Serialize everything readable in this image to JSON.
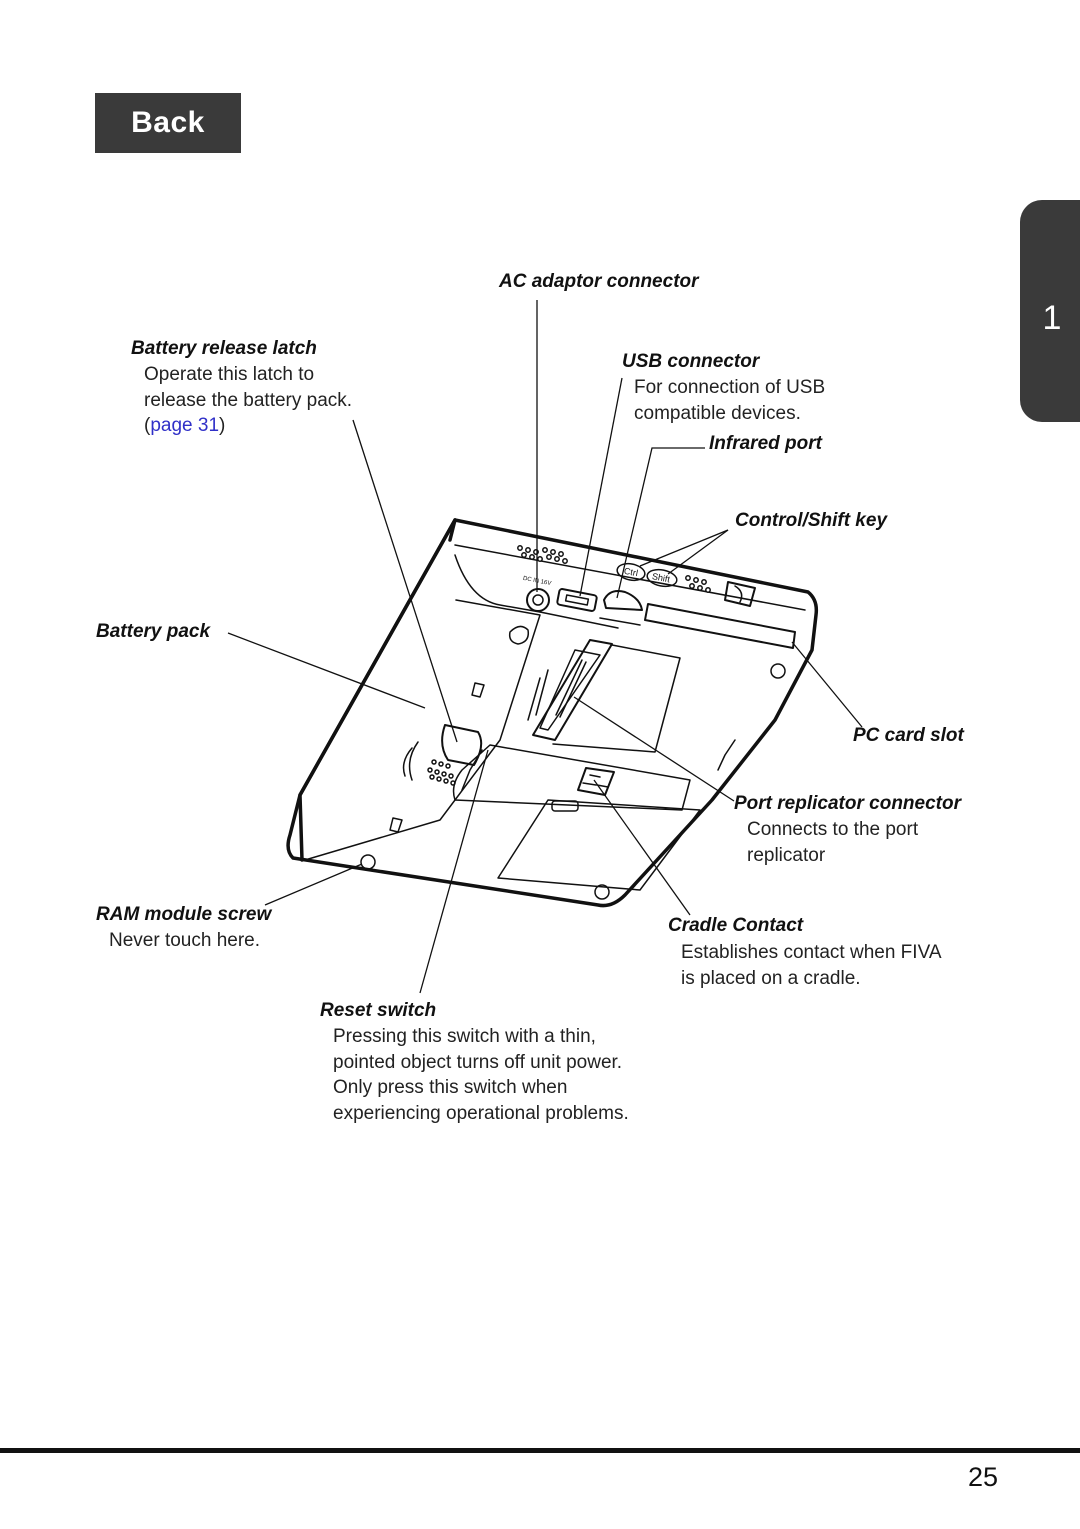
{
  "header": {
    "title": "Back"
  },
  "chapter_tab": {
    "number": "1"
  },
  "callouts": {
    "ac_adaptor": {
      "label": "AC adaptor connector"
    },
    "battery_release": {
      "label": "Battery release latch",
      "lines": [
        "Operate this latch to",
        "release the battery pack."
      ],
      "link_open": "(",
      "link_text": "page 31",
      "link_close": ")"
    },
    "usb": {
      "label": "USB connector",
      "lines": [
        "For connection of USB",
        "compatible devices."
      ]
    },
    "infrared": {
      "label": "Infrared port"
    },
    "ctrl_shift": {
      "label": "Control/Shift key"
    },
    "battery_pack": {
      "label": "Battery pack"
    },
    "pc_card": {
      "label": "PC card slot"
    },
    "port_replicator": {
      "label": "Port replicator connector",
      "lines": [
        "Connects to the port",
        "replicator"
      ]
    },
    "ram_screw": {
      "label": "RAM module screw",
      "lines": [
        "Never touch here."
      ]
    },
    "cradle": {
      "label": "Cradle Contact",
      "lines": [
        "Establishes contact when FIVA",
        "is placed on a cradle."
      ]
    },
    "reset": {
      "label": "Reset switch",
      "lines": [
        "Pressing this switch with a thin,",
        "pointed object turns off unit power.",
        "Only press this switch when",
        "experiencing operational problems."
      ]
    }
  },
  "device_markings": {
    "ctrl_key": "Ctrl",
    "shift_key": "Shift",
    "dc_in": "DC IN 16V"
  },
  "footer": {
    "page_number": "25"
  }
}
